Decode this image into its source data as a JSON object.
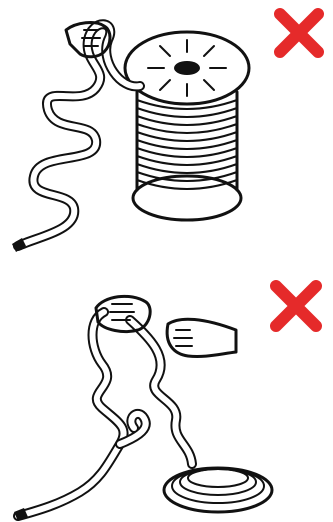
{
  "panels": [
    {
      "id": "spool-uncoiling",
      "status": "incorrect",
      "mark_color": "#e52a2a"
    },
    {
      "id": "hand-twisting-rope",
      "status": "incorrect",
      "mark_color": "#e52a2a"
    }
  ],
  "icons": {
    "top_mark": "cross-icon",
    "bottom_mark": "cross-icon"
  }
}
